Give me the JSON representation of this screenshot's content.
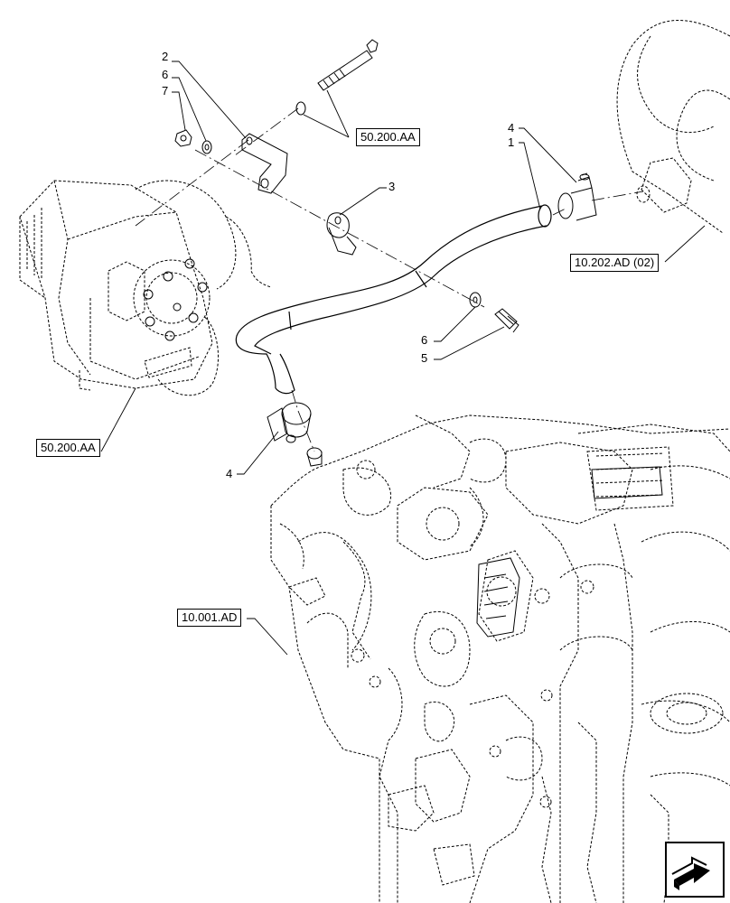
{
  "diagram": {
    "callouts": {
      "c1": "1",
      "c2": "2",
      "c3": "3",
      "c4_top": "4",
      "c4_bottom": "4",
      "c5": "5",
      "c6_top": "6",
      "c6_bottom": "6",
      "c7": "7"
    },
    "references": {
      "ref_50200aa_top": "50.200.AA",
      "ref_10202ad": "10.202.AD (02)",
      "ref_50200aa_left": "50.200.AA",
      "ref_10001ad": "10.001.AD"
    }
  },
  "navigation": {
    "next_arrow_icon": "arrow-next-icon"
  }
}
